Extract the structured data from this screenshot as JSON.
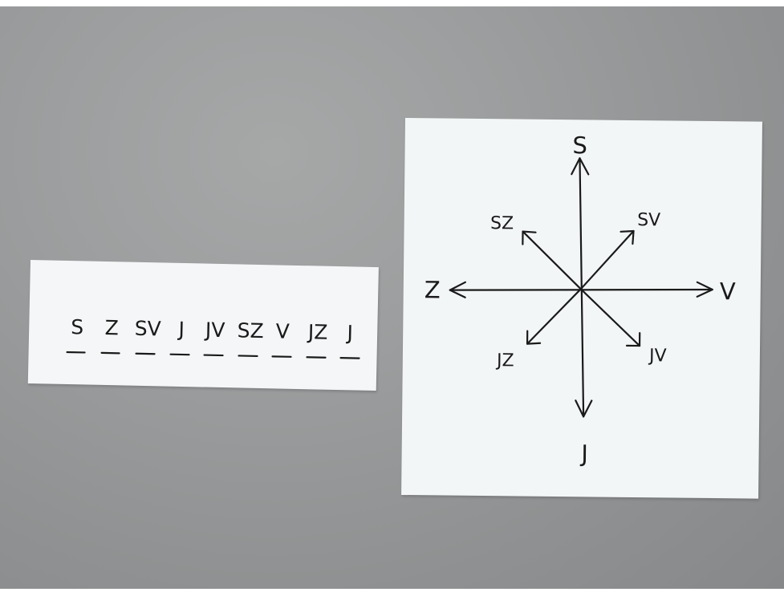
{
  "strip": {
    "sequence": [
      "S",
      "Z",
      "SV",
      "J",
      "JV",
      "SZ",
      "V",
      "JZ",
      "J"
    ]
  },
  "compass": {
    "north": "S",
    "south": "J",
    "east": "V",
    "west": "Z",
    "northeast": "SV",
    "northwest": "SZ",
    "southeast": "JV",
    "southwest": "JZ"
  },
  "colors": {
    "table": "#9a9c9d",
    "paper": "#f4f6f7",
    "ink": "#1a1a1a"
  }
}
